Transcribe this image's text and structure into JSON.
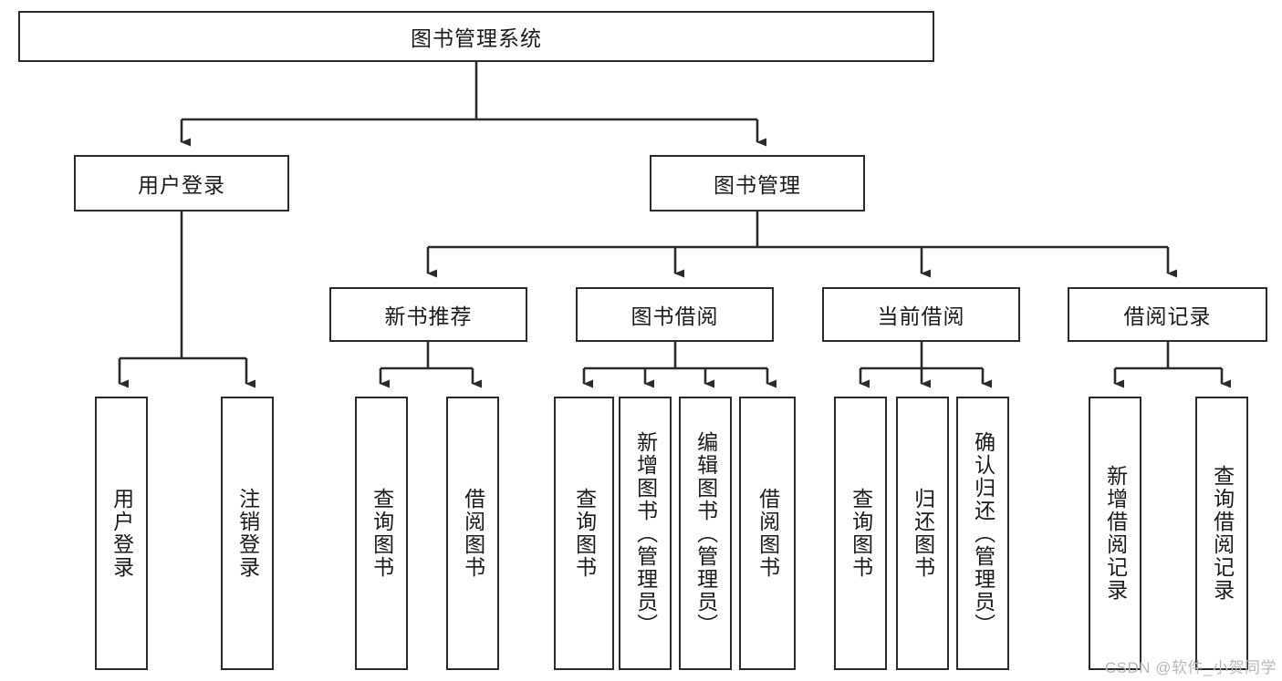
{
  "diagram": {
    "title": "图书管理系统",
    "type": "tree-hierarchy",
    "orientation": "top-down",
    "style": {
      "box_border_color": "#2b2b2b",
      "box_fill_color": "#ffffff",
      "edge_color": "#2b2b2b",
      "background": "#ffffff",
      "watermark_color": "#b9b9b9"
    },
    "watermark": "CSDN @软件_小贺同学"
  },
  "nodes": {
    "root": {
      "label": "图书管理系统"
    },
    "level2": [
      {
        "id": "user-login",
        "label": "用户登录"
      },
      {
        "id": "book-management",
        "label": "图书管理"
      }
    ],
    "level3": [
      {
        "id": "new-book-recommend",
        "label": "新书推荐"
      },
      {
        "id": "book-borrow",
        "label": "图书借阅"
      },
      {
        "id": "current-borrow",
        "label": "当前借阅"
      },
      {
        "id": "borrow-record",
        "label": "借阅记录"
      }
    ],
    "leaves": [
      {
        "id": "leaf-user-login",
        "label": "用户登录",
        "parent": "user-login"
      },
      {
        "id": "leaf-logout-login",
        "label": "注销登录",
        "parent": "user-login"
      },
      {
        "id": "leaf-query-book-1",
        "label": "查询图书",
        "parent": "new-book-recommend"
      },
      {
        "id": "leaf-borrow-book-1",
        "label": "借阅图书",
        "parent": "new-book-recommend"
      },
      {
        "id": "leaf-query-book-2",
        "label": "查询图书",
        "parent": "book-borrow"
      },
      {
        "id": "leaf-add-book",
        "label": "新增图书（管理员）",
        "parent": "book-borrow"
      },
      {
        "id": "leaf-edit-book",
        "label": "编辑图书（管理员）",
        "parent": "book-borrow"
      },
      {
        "id": "leaf-borrow-book-2",
        "label": "借阅图书",
        "parent": "book-borrow"
      },
      {
        "id": "leaf-query-book-3",
        "label": "查询图书",
        "parent": "current-borrow"
      },
      {
        "id": "leaf-return-book",
        "label": "归还图书",
        "parent": "current-borrow"
      },
      {
        "id": "leaf-confirm-return",
        "label": "确认归还（管理员）",
        "parent": "current-borrow"
      },
      {
        "id": "leaf-add-record",
        "label": "新增借阅记录",
        "parent": "borrow-record"
      },
      {
        "id": "leaf-query-record",
        "label": "查询借阅记录",
        "parent": "borrow-record"
      }
    ]
  }
}
